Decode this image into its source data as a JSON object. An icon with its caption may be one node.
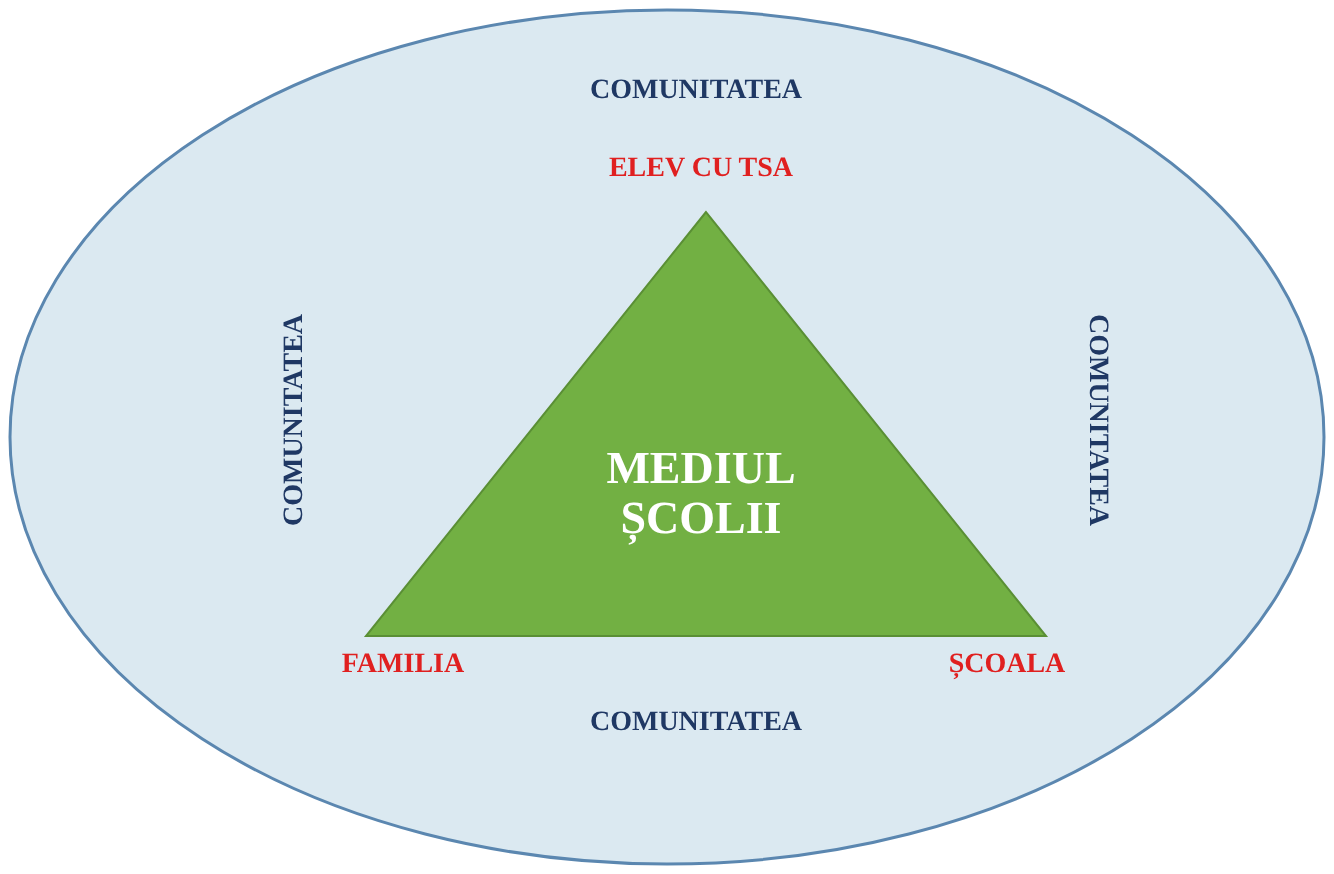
{
  "diagram": {
    "nodes": [
      {
        "text": [
          "COMUNITATEA",
          "COMUNITATEA",
          "COMUNITATEA",
          "COMUNITATEA"
        ]
      },
      {
        "text": [
          "MEDIUL ȘCOLII"
        ],
        "in": 0,
        "beside": [
          "ELEV CU TSA",
          "FAMILIA",
          "ȘCOALA"
        ]
      }
    ],
    "edges": []
  }
}
